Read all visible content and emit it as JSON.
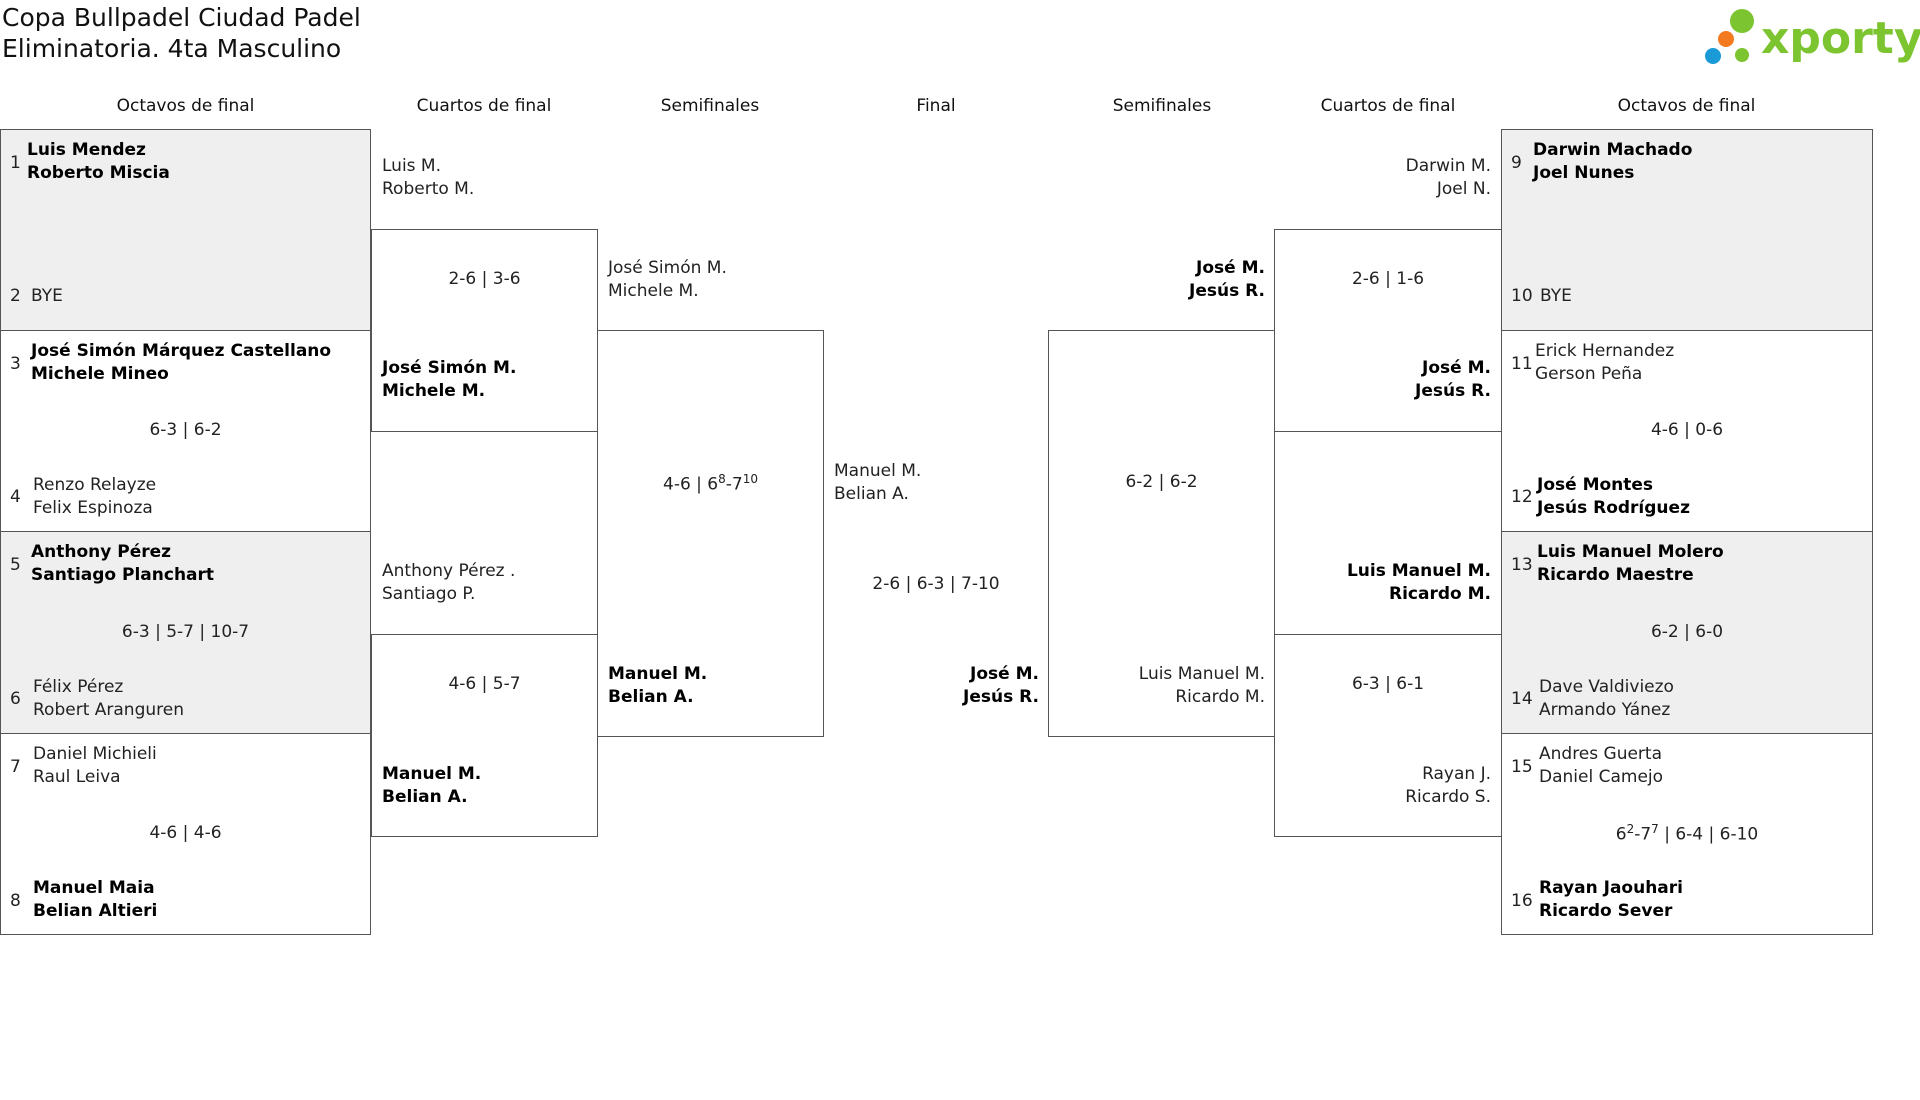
{
  "header": {
    "title": "Copa Bullpadel Ciudad Padel",
    "subtitle": "Eliminatoria. 4ta Masculino",
    "logo_text": "xporty",
    "logo_colors": {
      "green": "#7cc530",
      "orange": "#f47a20",
      "blue": "#1a9bd7"
    }
  },
  "rounds": {
    "left_r16": "Octavos de final",
    "left_qf": "Cuartos de final",
    "left_sf": "Semifinales",
    "final": "Final",
    "right_sf": "Semifinales",
    "right_qf": "Cuartos de final",
    "right_r16": "Octavos de final"
  },
  "left_r16": [
    {
      "top": {
        "seed": "1",
        "p1": "Luis Mendez",
        "p2": "Roberto Miscia",
        "winner": true
      },
      "bottom": {
        "seed": "2",
        "p1": "BYE",
        "p2": "",
        "winner": false
      },
      "score": ""
    },
    {
      "top": {
        "seed": "3",
        "p1": "José Simón Márquez Castellano",
        "p2": "Michele Mineo",
        "winner": true
      },
      "bottom": {
        "seed": "4",
        "p1": "Renzo Relayze",
        "p2": "Felix Espinoza",
        "winner": false
      },
      "score": "6-3 | 6-2"
    },
    {
      "top": {
        "seed": "5",
        "p1": "Anthony Pérez",
        "p2": "Santiago Planchart",
        "winner": true
      },
      "bottom": {
        "seed": "6",
        "p1": "Félix Pérez",
        "p2": "Robert Aranguren",
        "winner": false
      },
      "score": "6-3 | 5-7 | 10-7"
    },
    {
      "top": {
        "seed": "7",
        "p1": "Daniel Michieli",
        "p2": "Raul Leiva",
        "winner": false
      },
      "bottom": {
        "seed": "8",
        "p1": "Manuel Maia",
        "p2": "Belian Altieri",
        "winner": true
      },
      "score": "4-6 | 4-6"
    }
  ],
  "right_r16": [
    {
      "top": {
        "seed": "9",
        "p1": "Darwin Machado",
        "p2": "Joel Nunes",
        "winner": true
      },
      "bottom": {
        "seed": "10",
        "p1": "BYE",
        "p2": "",
        "winner": false
      },
      "score": ""
    },
    {
      "top": {
        "seed": "11",
        "p1": "Erick Hernandez",
        "p2": "Gerson Peña",
        "winner": false
      },
      "bottom": {
        "seed": "12",
        "p1": "José Montes",
        "p2": "Jesús Rodríguez",
        "winner": true
      },
      "score": "4-6 | 0-6"
    },
    {
      "top": {
        "seed": "13",
        "p1": "Luis Manuel Molero",
        "p2": "Ricardo Maestre",
        "winner": true
      },
      "bottom": {
        "seed": "14",
        "p1": "Dave Valdiviezo",
        "p2": "Armando Yánez",
        "winner": false
      },
      "score": "6-2 | 6-0"
    },
    {
      "top": {
        "seed": "15",
        "p1": "Andres Guerta",
        "p2": "Daniel Camejo",
        "winner": false
      },
      "bottom": {
        "seed": "16",
        "p1": "Rayan Jaouhari",
        "p2": "Ricardo Sever",
        "winner": true
      },
      "score_parts": {
        "a": "6",
        "a_sup": "2",
        "b": "-7",
        "b_sup": "7",
        "rest": " | 6-4 | 6-10"
      }
    }
  ],
  "left_qf": [
    {
      "top": {
        "p1": "Luis M.",
        "p2": "Roberto M.",
        "winner": false
      },
      "bottom": {
        "p1": "José Simón M.",
        "p2": "Michele M.",
        "winner": true
      },
      "score": "2-6 | 3-6"
    },
    {
      "top": {
        "p1": "Anthony Pérez .",
        "p2": "Santiago P.",
        "winner": false
      },
      "bottom": {
        "p1": "Manuel M.",
        "p2": "Belian A.",
        "winner": true
      },
      "score": "4-6 | 5-7"
    }
  ],
  "right_qf": [
    {
      "top": {
        "p1": "Darwin M.",
        "p2": "Joel N.",
        "winner": false
      },
      "bottom": {
        "p1": "José M.",
        "p2": "Jesús R.",
        "winner": true
      },
      "score": "2-6 | 1-6"
    },
    {
      "top": {
        "p1": "Luis Manuel M.",
        "p2": "Ricardo M.",
        "winner": true
      },
      "bottom": {
        "p1": "Rayan J.",
        "p2": "Ricardo S.",
        "winner": false
      },
      "score": "6-3 | 6-1"
    }
  ],
  "left_sf": {
    "top": {
      "p1": "José Simón M.",
      "p2": "Michele M.",
      "winner": false
    },
    "bottom": {
      "p1": "Manuel M.",
      "p2": "Belian A.",
      "winner": true
    },
    "score_parts": {
      "a": "4-6 | 6",
      "a_sup": "8",
      "b": "-7",
      "b_sup": "10"
    }
  },
  "right_sf": {
    "top": {
      "p1": "José M.",
      "p2": "Jesús R.",
      "winner": true
    },
    "bottom": {
      "p1": "Luis Manuel M.",
      "p2": "Ricardo M.",
      "winner": false
    },
    "score": "6-2 | 6-2"
  },
  "final": {
    "left": {
      "p1": "Manuel M.",
      "p2": "Belian A.",
      "winner": false
    },
    "right": {
      "p1": "José M.",
      "p2": "Jesús R.",
      "winner": true
    },
    "score": "2-6 | 6-3 | 7-10"
  }
}
